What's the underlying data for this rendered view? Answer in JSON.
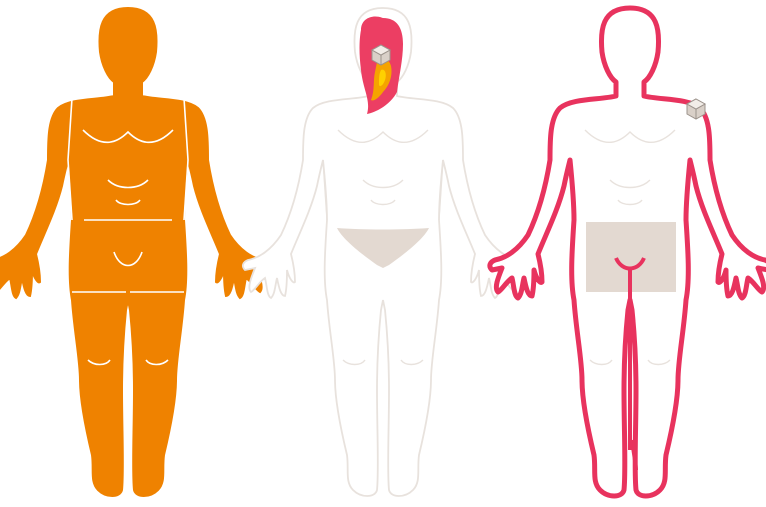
{
  "figures": [
    {
      "id": "figure-1",
      "icon": "full-body-burn-silhouette",
      "fill": "#EF8200",
      "outline": "#FFFFFF"
    },
    {
      "id": "figure-2",
      "icon": "head-neck-burn-silhouette",
      "fill": "none",
      "outline": "#E8E2DD",
      "underwear": "#E3D9D1",
      "burn_colors": {
        "outer": "#EC3E63",
        "inner": "#F5A300",
        "core": "#FFD100"
      },
      "marker_icon": "dressing-cube-icon"
    },
    {
      "id": "figure-3",
      "icon": "body-outline-burn-silhouette",
      "fill": "none",
      "outline": "#E8E2DD",
      "burn_outline": "#E8335E",
      "underwear": "#E3D9D1",
      "marker_icon": "dressing-cube-icon"
    }
  ]
}
